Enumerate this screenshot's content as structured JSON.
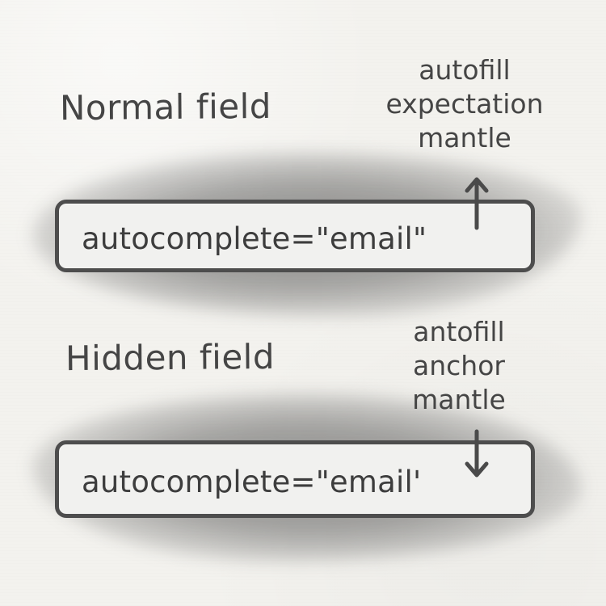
{
  "labels": {
    "normal": "Normal field",
    "hidden": "Hidden field"
  },
  "notes": {
    "top": [
      "autofill",
      "expectation",
      "mantle"
    ],
    "bottom": [
      "antofill",
      "anchor",
      "mantle"
    ]
  },
  "fields": {
    "top": "autocomplete=\"email\"",
    "bottom": "autocomplete=\"email'"
  },
  "icons": {
    "top_arrow": "arrow-up-icon",
    "bottom_arrow": "arrow-down-icon"
  }
}
